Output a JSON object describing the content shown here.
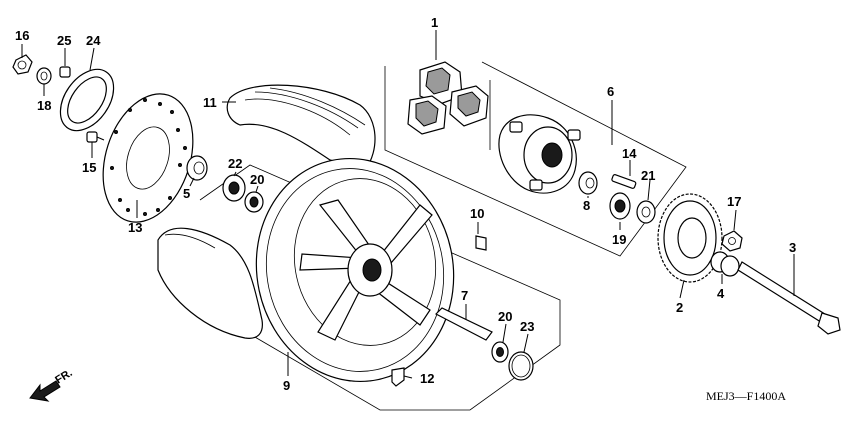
{
  "diagram": {
    "drawing_code": "MEJ3—F1400A",
    "front_arrow_label": "FR.",
    "callouts": [
      {
        "id": "c1",
        "label": "1"
      },
      {
        "id": "c2",
        "label": "2"
      },
      {
        "id": "c3",
        "label": "3"
      },
      {
        "id": "c4",
        "label": "4"
      },
      {
        "id": "c5",
        "label": "5"
      },
      {
        "id": "c6",
        "label": "6"
      },
      {
        "id": "c7",
        "label": "7"
      },
      {
        "id": "c8",
        "label": "8"
      },
      {
        "id": "c9",
        "label": "9"
      },
      {
        "id": "c10",
        "label": "10"
      },
      {
        "id": "c11",
        "label": "11"
      },
      {
        "id": "c12",
        "label": "12"
      },
      {
        "id": "c13",
        "label": "13"
      },
      {
        "id": "c14",
        "label": "14"
      },
      {
        "id": "c15",
        "label": "15"
      },
      {
        "id": "c16",
        "label": "16"
      },
      {
        "id": "c17",
        "label": "17"
      },
      {
        "id": "c18",
        "label": "18"
      },
      {
        "id": "c19",
        "label": "19"
      },
      {
        "id": "c20a",
        "label": "20"
      },
      {
        "id": "c20b",
        "label": "20"
      },
      {
        "id": "c21",
        "label": "21"
      },
      {
        "id": "c22",
        "label": "22"
      },
      {
        "id": "c23",
        "label": "23"
      },
      {
        "id": "c24",
        "label": "24"
      },
      {
        "id": "c25",
        "label": "25"
      }
    ]
  }
}
